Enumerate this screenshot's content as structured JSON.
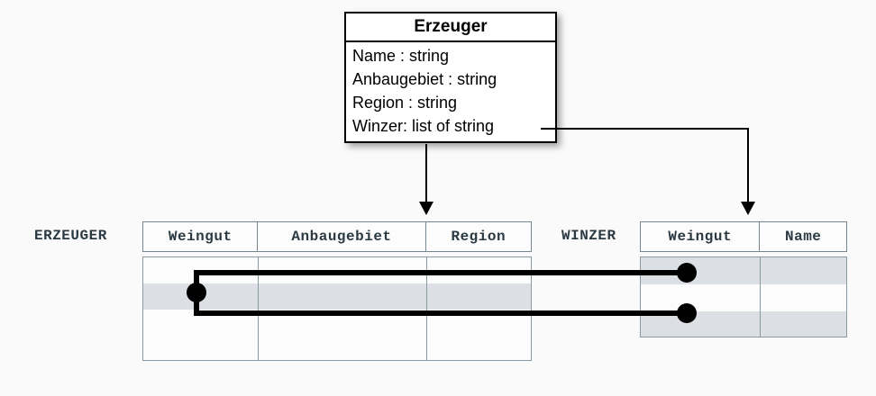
{
  "diagram": {
    "background_color": "#fafafa",
    "line_color": "#000000",
    "table_border_color": "#8a9aa2",
    "shaded_row_color": "#dcdfe4"
  },
  "uml_class": {
    "title": "Erzeuger",
    "attributes": [
      "Name : string",
      "Anbaugebiet : string",
      "Region : string",
      "Winzer: list of string"
    ]
  },
  "tables": [
    {
      "label": "ERZEUGER",
      "columns": [
        "Weingut",
        "Anbaugebiet",
        "Region"
      ],
      "rows": [
        {
          "cells": [
            "",
            "",
            ""
          ],
          "shaded": false
        },
        {
          "cells": [
            "",
            "",
            ""
          ],
          "shaded": true
        },
        {
          "cells": [
            "",
            "",
            ""
          ],
          "shaded": false
        },
        {
          "cells": [
            "",
            "",
            ""
          ],
          "shaded": false
        }
      ]
    },
    {
      "label": "WINZER",
      "columns": [
        "Weingut",
        "Name"
      ],
      "rows": [
        {
          "cells": [
            "",
            ""
          ],
          "shaded": true
        },
        {
          "cells": [
            "",
            ""
          ],
          "shaded": false
        },
        {
          "cells": [
            "",
            ""
          ],
          "shaded": true
        }
      ]
    }
  ],
  "connectors": {
    "mapping_arrows": [
      {
        "from": "uml-class-bottom",
        "to": "erzeuger-table",
        "style": "arrow-down"
      },
      {
        "from": "winzer-attribute",
        "to": "winzer-table",
        "style": "elbow-arrow-down"
      }
    ],
    "value_links": [
      {
        "from": "erzeuger-row-2",
        "to": "winzer-row-1"
      },
      {
        "from": "erzeuger-row-2",
        "to": "winzer-row-3"
      }
    ]
  }
}
